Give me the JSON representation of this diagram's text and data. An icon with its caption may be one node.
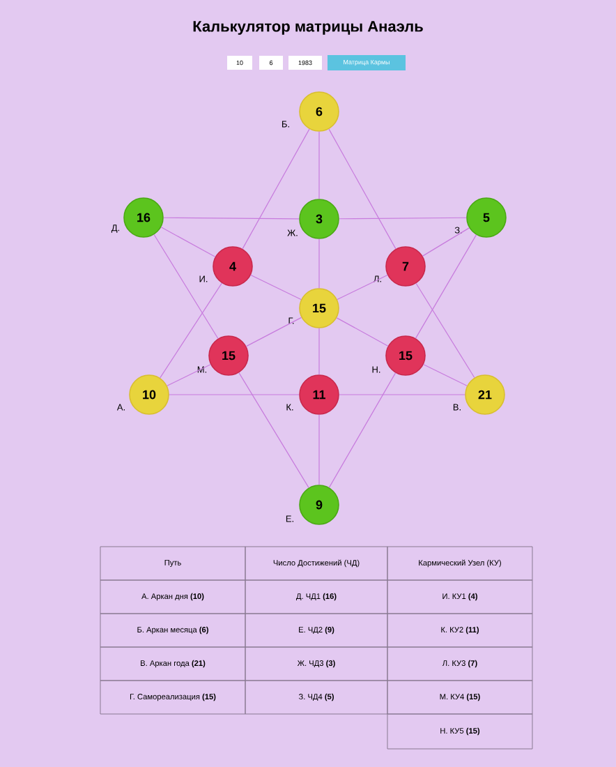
{
  "diagram": {
    "title": "Калькулятор матрицы Анаэль",
    "nodes": [
      {
        "text": [
          "6"
        ],
        "beside": [
          "Б."
        ]
      },
      {
        "text": [
          "16"
        ],
        "beside": [
          "Д."
        ]
      },
      {
        "text": [
          "3"
        ],
        "beside": [
          "Ж."
        ]
      },
      {
        "text": [
          "5"
        ],
        "beside": [
          "З."
        ]
      },
      {
        "text": [
          "4"
        ],
        "beside": [
          "И."
        ]
      },
      {
        "text": [
          "7"
        ],
        "beside": [
          "Л."
        ]
      },
      {
        "text": [
          "15"
        ],
        "beside": [
          "Г."
        ]
      },
      {
        "text": [
          "15"
        ],
        "beside": [
          "М."
        ]
      },
      {
        "text": [
          "15"
        ],
        "beside": [
          "Н."
        ]
      },
      {
        "text": [
          "10"
        ],
        "beside": [
          "А."
        ]
      },
      {
        "text": [
          "11"
        ],
        "beside": [
          "К."
        ]
      },
      {
        "text": [
          "21"
        ],
        "beside": [
          "В."
        ]
      },
      {
        "text": [
          "9"
        ],
        "beside": [
          "Е."
        ]
      }
    ],
    "edges": [
      {
        "from": 0,
        "to": 2,
        "arrow": "none"
      },
      {
        "from": 2,
        "to": 6,
        "arrow": "none"
      },
      {
        "from": 6,
        "to": 10,
        "arrow": "none"
      },
      {
        "from": 10,
        "to": 12,
        "arrow": "none"
      },
      {
        "from": 1,
        "to": 2,
        "arrow": "none"
      },
      {
        "from": 2,
        "to": 3,
        "arrow": "none"
      },
      {
        "from": 9,
        "to": 10,
        "arrow": "none"
      },
      {
        "from": 10,
        "to": 11,
        "arrow": "none"
      },
      {
        "from": 0,
        "to": 4,
        "arrow": "none"
      },
      {
        "from": 4,
        "to": 9,
        "arrow": "none"
      },
      {
        "from": 0,
        "to": 5,
        "arrow": "none"
      },
      {
        "from": 5,
        "to": 11,
        "arrow": "none"
      },
      {
        "from": 1,
        "to": 4,
        "arrow": "none"
      },
      {
        "from": 4,
        "to": 6,
        "arrow": "none"
      },
      {
        "from": 6,
        "to": 8,
        "arrow": "none"
      },
      {
        "from": 8,
        "to": 11,
        "arrow": "none"
      },
      {
        "from": 3,
        "to": 5,
        "arrow": "none"
      },
      {
        "from": 5,
        "to": 6,
        "arrow": "none"
      },
      {
        "from": 6,
        "to": 7,
        "arrow": "none"
      },
      {
        "from": 7,
        "to": 9,
        "arrow": "none"
      },
      {
        "from": 1,
        "to": 7,
        "arrow": "none"
      },
      {
        "from": 7,
        "to": 12,
        "arrow": "none"
      },
      {
        "from": 3,
        "to": 8,
        "arrow": "none"
      },
      {
        "from": 8,
        "to": 12,
        "arrow": "none"
      }
    ],
    "labels": [
      "10",
      "6",
      "1983",
      "Матрица Кармы",
      "Путь",
      "Число Достижений (ЧД)",
      "Кармический Узел (КУ)",
      "А. Аркан дня **(10)**",
      "Д. ЧД1 **(16)**",
      "И. КУ1 **(4)**",
      "Б. Аркан месяца **(6)**",
      "Е. ЧД2 **(9)**",
      "К. КУ2 **(11)**",
      "В. Аркан года **(21)**",
      "Ж. ЧД3 **(3)**",
      "Л. КУ3 **(7)**",
      "Г. Самореализация **(15)**",
      "З. ЧД4 **(5)**",
      "М. КУ4 **(15)**",
      "Н. КУ5 **(15)**"
    ]
  }
}
